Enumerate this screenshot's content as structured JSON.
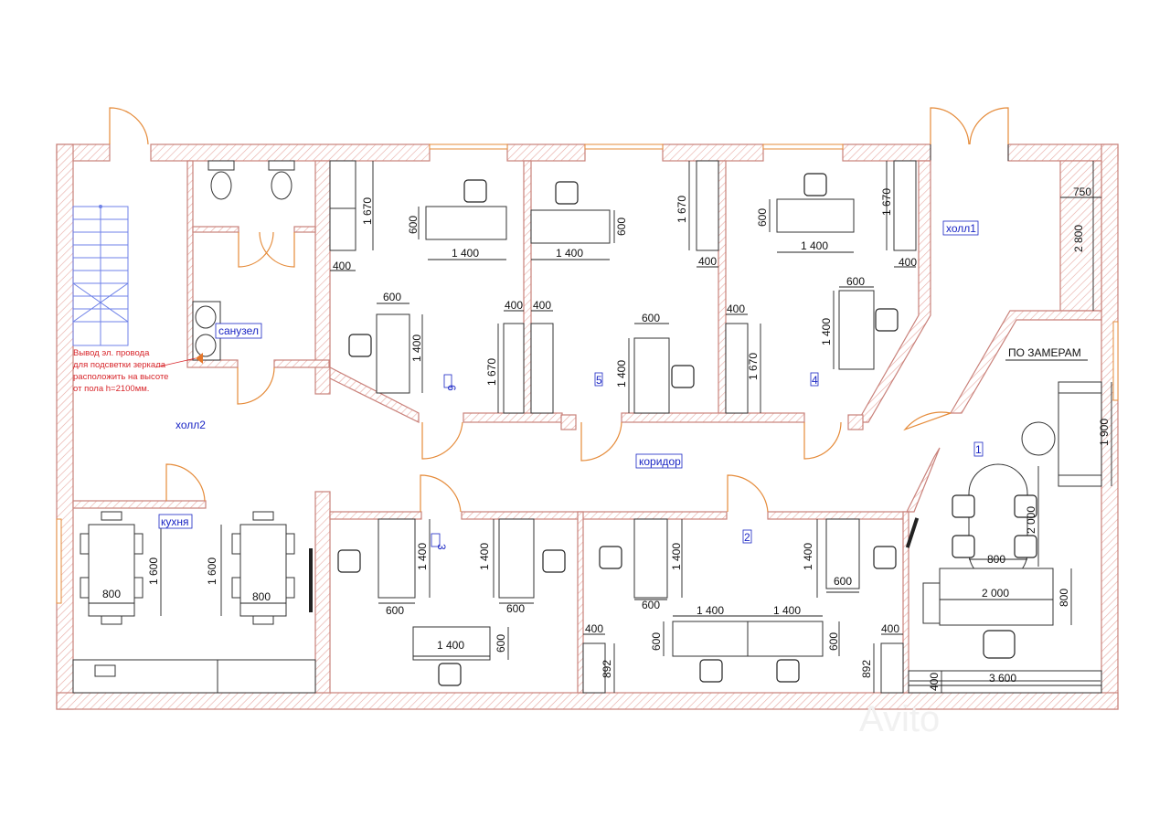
{
  "rooms": {
    "hall2": "холл2",
    "hall1": "холл1",
    "bathroom": "санузел",
    "corridor": "коридор",
    "kitchen": "кухня",
    "office_1": "1",
    "office_2": "2",
    "office_3": "3",
    "office_4": "4",
    "office_5": "5",
    "office_6": "6"
  },
  "notes": {
    "wiring_note_lines": [
      "Вывод  эл. провода",
      "для подсветки зеркала",
      "расположить на высоте",
      "от пола h=2100мм."
    ],
    "by_measurements": "ПО ЗАМЕРАМ"
  },
  "dimensions": {
    "r6_desk_w": "1 400",
    "r6_desk_d": "600",
    "r6_wall_h": "1 670",
    "r6_offset": "400",
    "r6_table2_w": "600",
    "r6_table2_h": "1 400",
    "r6_r_off": "400",
    "r6_r_h": "1 670",
    "r5_desk_w": "1 400",
    "r5_desk_d": "600",
    "r5_wall_h": "1 670",
    "r5_l_off": "400",
    "r5_table2_w": "600",
    "r5_table2_h": "1 400",
    "r5_r_off": "400",
    "r4_desk_w": "1 400",
    "r4_desk_d": "600",
    "r4_wall_h": "1 670",
    "r4_offset": "400",
    "r4_table2_w": "600",
    "r4_table2_h": "1 400",
    "r4_l_off": "400",
    "r4_l_h": "1 670",
    "hall1_w": "750",
    "hall1_h": "2 800",
    "r1_sofa": "1 900",
    "r1_table_h": "2 000",
    "r1_table_w": "800",
    "r1_desk_w": "2 000",
    "r1_desk_d": "800",
    "r1_wall_w": "3 600",
    "r1_off": "400",
    "kitchen_t1_w": "800",
    "kitchen_t1_h": "1 600",
    "kitchen_t2_w": "800",
    "kitchen_t2_h": "1 600",
    "r3_t1_h": "1 400",
    "r3_t1_w": "600",
    "r3_t2_h": "1 400",
    "r3_t2_w": "600",
    "r3_t3_w": "1 400",
    "r3_t3_d": "600",
    "r2_t1_h": "1 400",
    "r2_t1_w": "600",
    "r2_t2_h": "1 400",
    "r2_t2_w": "600",
    "r2_t3_w": "1 400",
    "r2_t4_w": "1 400",
    "r2_t3_d": "600",
    "r2_t4_d": "600",
    "r2_l_off": "400",
    "r2_l_h": "892",
    "r2_r_off": "400",
    "r2_r_h": "892"
  },
  "colors": {
    "wall_hatch": "#c9817a",
    "door_swing": "#e58b3a",
    "room_label": "#1a25c4",
    "note": "#d8272c",
    "stairs": "#6f82e8"
  },
  "watermark": "Avito"
}
